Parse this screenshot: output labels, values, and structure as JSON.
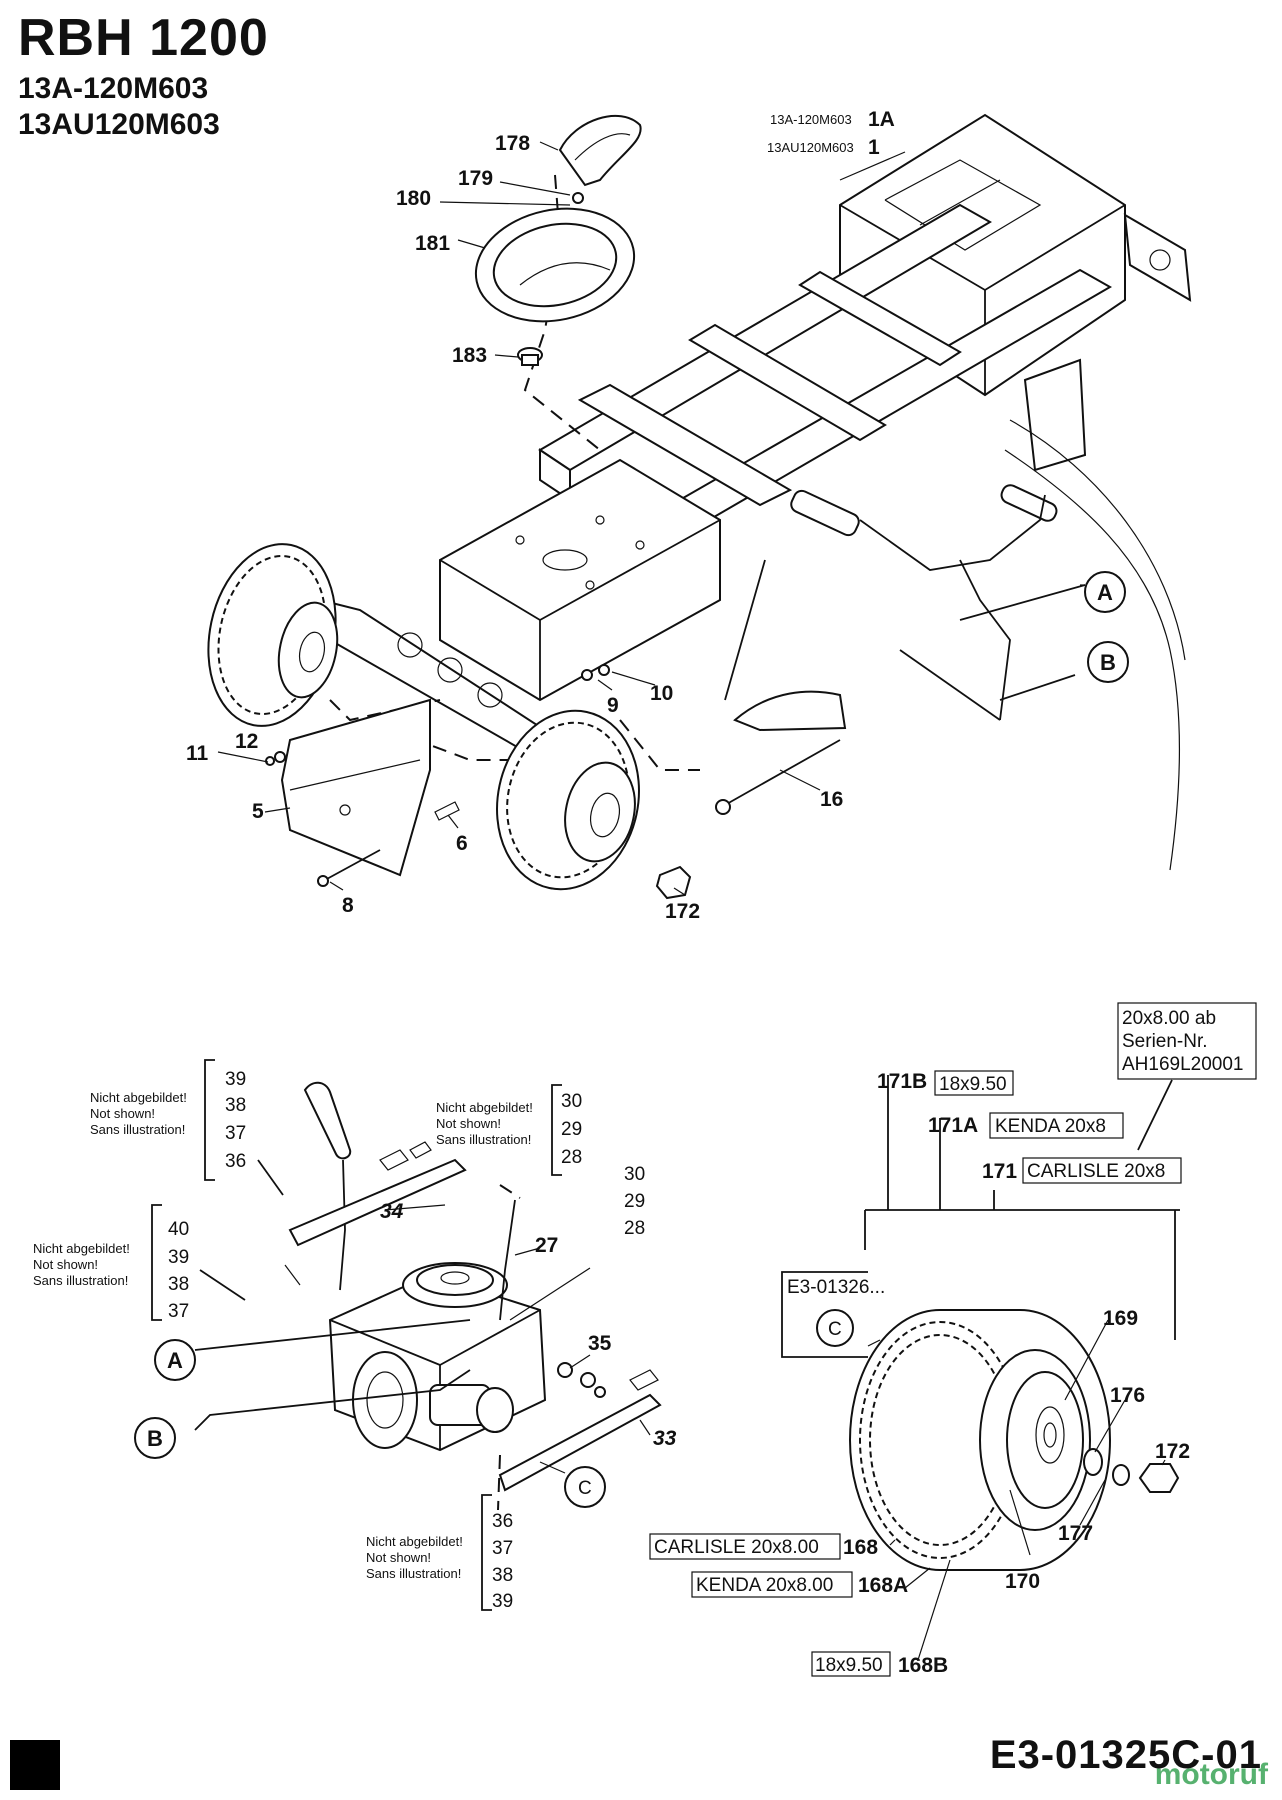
{
  "header": {
    "title": "RBH 1200",
    "model_a": "13A-120M603",
    "model_b": "13AU120M603"
  },
  "variants": [
    {
      "model": "13A-120M603",
      "code": "1A"
    },
    {
      "model": "13AU120M603",
      "code": "1"
    }
  ],
  "callouts_top": {
    "c178": "178",
    "c179": "179",
    "c180": "180",
    "c181": "181",
    "c183": "183",
    "c12": "12",
    "c11": "11",
    "c5": "5",
    "c8": "8",
    "c6": "6",
    "c9": "9",
    "c10": "10",
    "c16": "16",
    "c172": "172",
    "marker_a": "A",
    "marker_b": "B"
  },
  "not_shown": {
    "de": "Nicht abgebildet!",
    "en": "Not shown!",
    "fr": "Sans illustration!"
  },
  "groups": {
    "g1": [
      "39",
      "38",
      "37",
      "36"
    ],
    "g2": [
      "30",
      "29",
      "28"
    ],
    "g3": [
      "40",
      "39",
      "38",
      "37"
    ],
    "g4": [
      "36",
      "37",
      "38",
      "39"
    ],
    "free": [
      "30",
      "29",
      "28"
    ]
  },
  "callouts_bottom": {
    "c34": "34",
    "c27": "27",
    "c35": "35",
    "c33": "33",
    "marker_a": "A",
    "marker_b": "B",
    "marker_c": "C",
    "marker_c2": "C",
    "ref_code": "E3-01326...",
    "c169": "169",
    "c176": "176",
    "c172": "172",
    "c177": "177",
    "c170": "170"
  },
  "tires": {
    "p171b": "171B",
    "s171b": "18x9.50",
    "p171a": "171A",
    "s171a": "KENDA 20x8",
    "p171": "171",
    "s171": "CARLISLE 20x8",
    "note": [
      "20x8.00 ab",
      "Serien-Nr.",
      "AH169L20001"
    ],
    "p168": "168",
    "s168": "CARLISLE 20x8.00",
    "p168a": "168A",
    "s168a": "KENDA 20x8.00",
    "p168b": "168B",
    "s168b": "18x9.50"
  },
  "footer": {
    "code": "E3-01325C-01",
    "watermark": "motoruf"
  }
}
